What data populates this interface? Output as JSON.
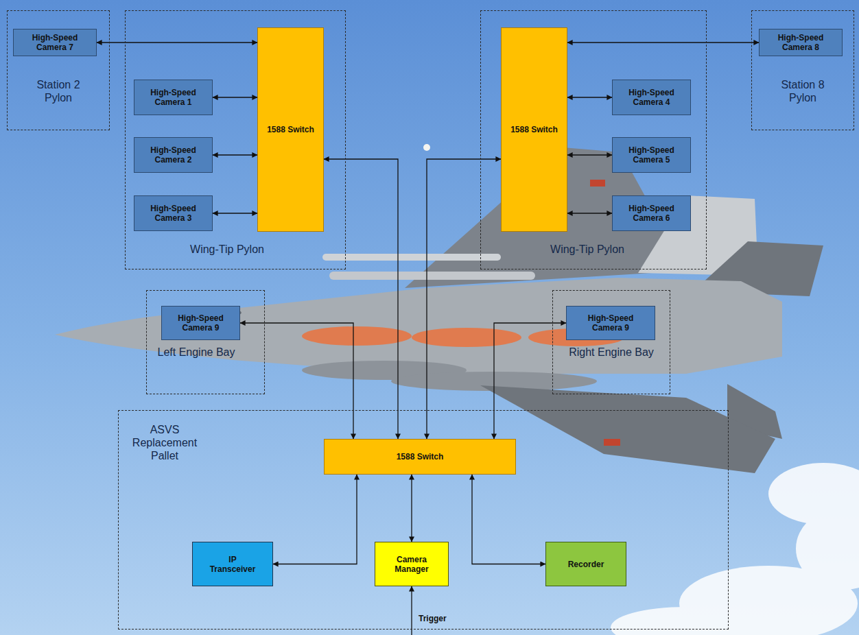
{
  "diagram": {
    "nodes": [
      {
        "text": [
          "Station 2 Pylon"
        ]
      },
      {
        "text": [
          "High-Speed Camera 7"
        ],
        "in": 0
      },
      {
        "text": [
          "Wing-Tip Pylon"
        ]
      },
      {
        "text": [
          "High-Speed Camera 1"
        ],
        "in": 2
      },
      {
        "text": [
          "High-Speed Camera 2"
        ],
        "in": 2
      },
      {
        "text": [
          "High-Speed Camera 3"
        ],
        "in": 2
      },
      {
        "text": [
          "1588 Switch"
        ],
        "in": 2
      },
      {
        "text": [
          "Wing-Tip Pylon"
        ]
      },
      {
        "text": [
          "1588 Switch"
        ],
        "in": 7
      },
      {
        "text": [
          "High-Speed Camera 4"
        ],
        "in": 7
      },
      {
        "text": [
          "High-Speed Camera 5"
        ],
        "in": 7
      },
      {
        "text": [
          "High-Speed Camera 6"
        ],
        "in": 7
      },
      {
        "text": [
          "Station 8 Pylon"
        ]
      },
      {
        "text": [
          "High-Speed Camera 8"
        ],
        "in": 12
      },
      {
        "text": [
          "Left Engine Bay"
        ]
      },
      {
        "text": [
          "High-Speed Camera 9"
        ],
        "in": 14
      },
      {
        "text": [
          "Right Engine Bay"
        ]
      },
      {
        "text": [
          "High-Speed Camera 9"
        ],
        "in": 16
      },
      {
        "text": [
          "ASVS Replacement Pallet"
        ]
      },
      {
        "text": [
          "1588 Switch"
        ],
        "in": 18
      },
      {
        "text": [
          "IP Transceiver"
        ],
        "in": 18
      },
      {
        "text": [
          "Camera Manager"
        ],
        "in": 18
      },
      {
        "text": [
          "Recorder"
        ],
        "in": 18
      }
    ],
    "edges": [
      {
        "from": 1,
        "to": 6,
        "arrow": "both"
      },
      {
        "from": 3,
        "to": 6,
        "arrow": "both"
      },
      {
        "from": 4,
        "to": 6,
        "arrow": "both"
      },
      {
        "from": 5,
        "to": 6,
        "arrow": "both"
      },
      {
        "from": 8,
        "to": 13,
        "arrow": "both"
      },
      {
        "from": 8,
        "to": 9,
        "arrow": "both"
      },
      {
        "from": 8,
        "to": 10,
        "arrow": "both"
      },
      {
        "from": 8,
        "to": 11,
        "arrow": "both"
      },
      {
        "from": 15,
        "to": 19,
        "arrow": "both"
      },
      {
        "from": 6,
        "to": 19,
        "arrow": "both"
      },
      {
        "from": 8,
        "to": 19,
        "arrow": "both"
      },
      {
        "from": 17,
        "to": 19,
        "arrow": "both"
      },
      {
        "from": 19,
        "to": 20,
        "arrow": "both"
      },
      {
        "from": 19,
        "to": 21,
        "arrow": "both"
      },
      {
        "from": 19,
        "to": 22,
        "arrow": "both"
      }
    ],
    "labels": [
      "Trigger"
    ]
  }
}
